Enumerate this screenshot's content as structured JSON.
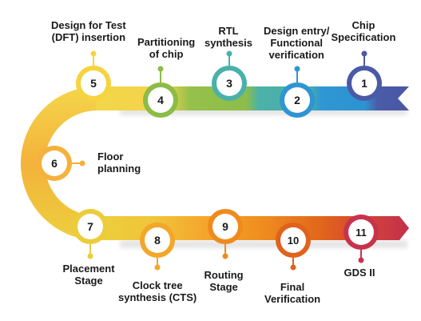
{
  "steps": [
    {
      "num": "1",
      "label": [
        "Chip",
        "Specification"
      ],
      "color": "#4a5aa6"
    },
    {
      "num": "2",
      "label": [
        "Design entry/",
        "Functional",
        "verification"
      ],
      "color": "#2f95d2"
    },
    {
      "num": "3",
      "label": [
        "RTL",
        "synthesis"
      ],
      "color": "#4ab0aa"
    },
    {
      "num": "4",
      "label": [
        "Partitioning",
        "of chip"
      ],
      "color": "#8cbc45"
    },
    {
      "num": "5",
      "label": [
        "Design for Test",
        "(DFT) insertion"
      ],
      "color": "#f6d33f"
    },
    {
      "num": "6",
      "label": [
        "Floor",
        "planning"
      ],
      "color": "#f5b13c"
    },
    {
      "num": "7",
      "label": [
        "Placement",
        "Stage"
      ],
      "color": "#eccc3a"
    },
    {
      "num": "8",
      "label": [
        "Clock tree",
        "synthesis (CTS)"
      ],
      "color": "#f3a628"
    },
    {
      "num": "9",
      "label": [
        "Routing",
        "Stage"
      ],
      "color": "#ef8b1d"
    },
    {
      "num": "10",
      "label": [
        "Final",
        "Verification"
      ],
      "color": "#e0621b"
    },
    {
      "num": "11",
      "label": [
        "GDS II"
      ],
      "color": "#c8334c"
    }
  ]
}
